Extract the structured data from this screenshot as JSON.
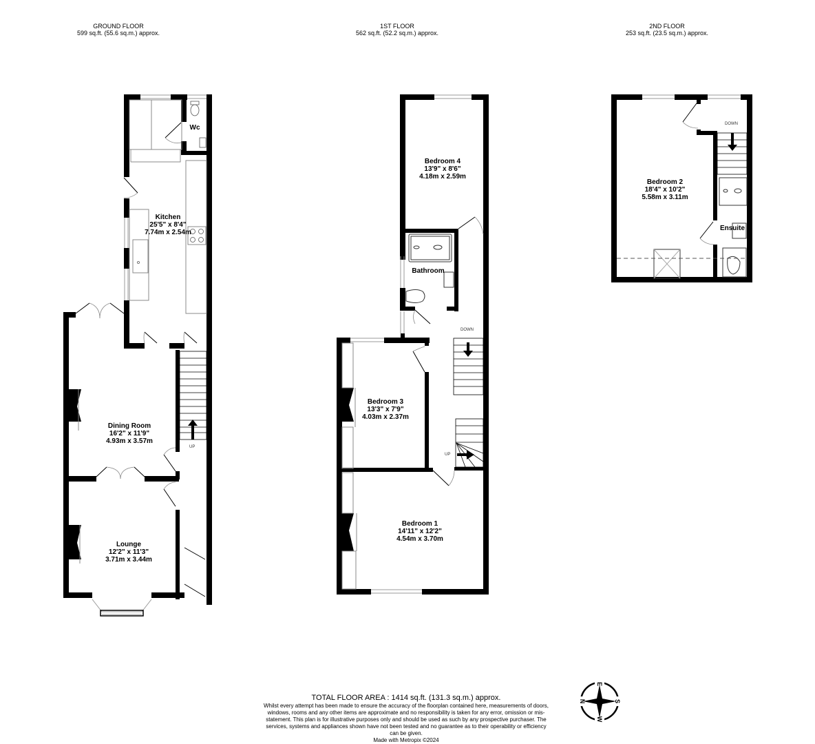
{
  "floors": [
    {
      "name": "GROUND FLOOR",
      "area": "599 sq.ft. (55.6 sq.m.) approx.",
      "rooms": [
        {
          "name": "Wc",
          "imperial": "",
          "metric": ""
        },
        {
          "name": "Kitchen",
          "imperial": "25'5\"  x 8'4\"",
          "metric": "7.74m  x 2.54m"
        },
        {
          "name": "Dining Room",
          "imperial": "16'2\"  x 11'9\"",
          "metric": "4.93m  x 3.57m"
        },
        {
          "name": "Lounge",
          "imperial": "12'2\"  x 11'3\"",
          "metric": "3.71m  x 3.44m"
        }
      ],
      "stairs_label": "UP"
    },
    {
      "name": "1ST FLOOR",
      "area": "562 sq.ft. (52.2 sq.m.) approx.",
      "rooms": [
        {
          "name": "Bedroom 4",
          "imperial": "13'9\"  x 8'6\"",
          "metric": "4.18m  x 2.59m"
        },
        {
          "name": "Bathroom",
          "imperial": "",
          "metric": ""
        },
        {
          "name": "Bedroom 3",
          "imperial": "13'3\"  x 7'9\"",
          "metric": "4.03m  x 2.37m"
        },
        {
          "name": "Bedroom 1",
          "imperial": "14'11\"  x 12'2\"",
          "metric": "4.54m  x 3.70m"
        }
      ],
      "stairs_down_label": "DOWN",
      "stairs_up_label": "UP"
    },
    {
      "name": "2ND FLOOR",
      "area": "253 sq.ft. (23.5 sq.m.) approx.",
      "rooms": [
        {
          "name": "Bedroom 2",
          "imperial": "18'4\"  x 10'2\"",
          "metric": "5.58m  x 3.11m"
        },
        {
          "name": "Ensuite",
          "imperial": "",
          "metric": ""
        }
      ],
      "stairs_down_label": "DOWN"
    }
  ],
  "footer": {
    "total": "TOTAL FLOOR AREA : 1414 sq.ft. (131.3 sq.m.) approx.",
    "disclaimer": "Whilst every attempt has been made to ensure the accuracy of the floorplan contained here, measurements of doors, windows, rooms and any other items are approximate and no responsibility is taken for any error, omission or mis-statement. This plan is for illustrative purposes only and should be used as such by any prospective purchaser. The services, systems and appliances shown have not been tested and no guarantee as to their operability or efficiency can be given.",
    "credit": "Made with Metropix ©2024"
  },
  "compass": {
    "n": "N",
    "e": "E",
    "s": "S",
    "w": "W"
  }
}
